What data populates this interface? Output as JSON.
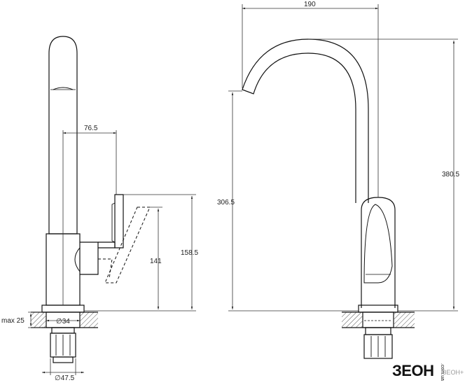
{
  "side_view": {
    "dims": {
      "reach": "76.5",
      "lever_height": "141",
      "lever_top_height": "158.5",
      "max_deck": "max 25",
      "shank_dia": "∅34",
      "base_dia": "∅47.5"
    }
  },
  "front_view": {
    "dims": {
      "spout_reach": "190",
      "spout_outlet_height": "306.5",
      "total_height": "380.5"
    }
  },
  "logo": {
    "text": "ЗЕОН",
    "small": ".com.ua",
    "tail": "ЗЕОН+"
  },
  "colors": {
    "line": "#111111",
    "hatch": "#555555",
    "dim": "#333333"
  }
}
